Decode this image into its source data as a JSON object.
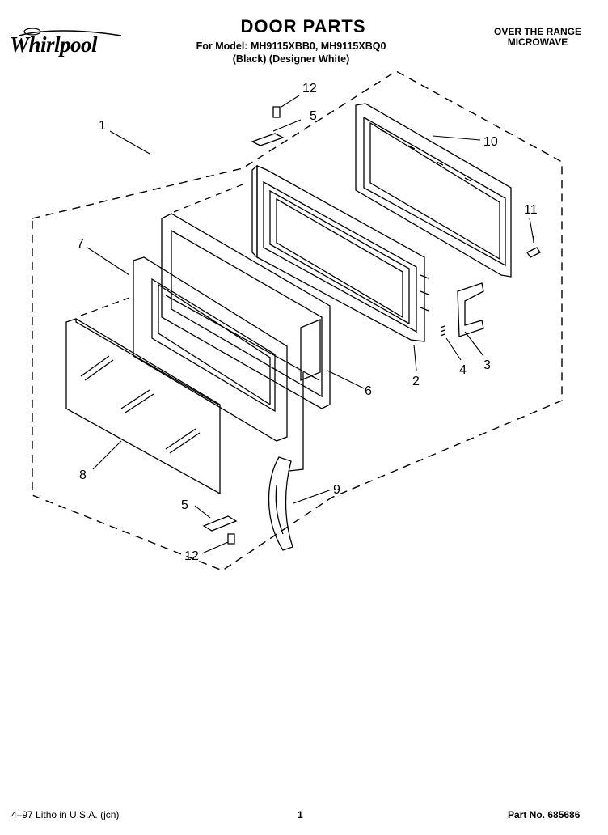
{
  "header": {
    "brand": "Whirlpool",
    "title": "DOOR PARTS",
    "model_line": "For Model: MH9115XBB0, MH9115XBQ0",
    "color_line": "(Black) (Designer White)",
    "category_line1": "OVER THE RANGE",
    "category_line2": "MICROWAVE"
  },
  "callouts": {
    "c1": "1",
    "c2": "2",
    "c3": "3",
    "c4": "4",
    "c5a": "5",
    "c5b": "5",
    "c6": "6",
    "c7": "7",
    "c8": "8",
    "c9": "9",
    "c10": "10",
    "c11": "11",
    "c12a": "12",
    "c12b": "12"
  },
  "footer": {
    "litho": "4–97 Litho in U.S.A. (jcn)",
    "page": "1",
    "part_no": "Part No. 685686"
  }
}
